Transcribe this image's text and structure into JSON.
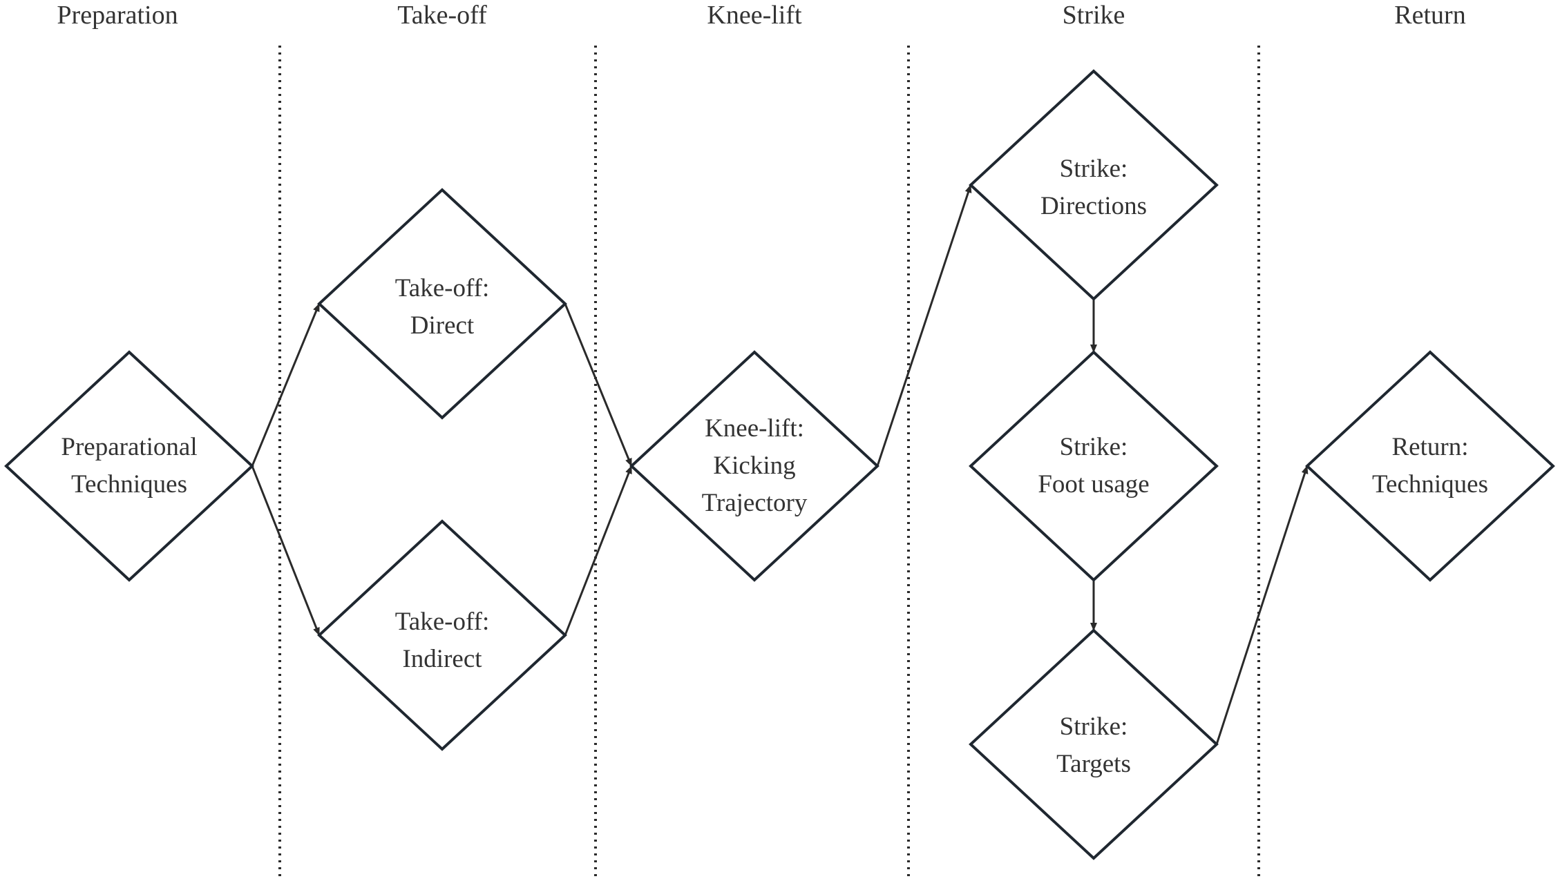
{
  "colors": {
    "stroke": "#1f2730",
    "text": "#333333",
    "divider": "#2b2b2b",
    "background": "#ffffff"
  },
  "phases": [
    {
      "id": "preparation",
      "title": "Preparation"
    },
    {
      "id": "take-off",
      "title": "Take-off"
    },
    {
      "id": "knee-lift",
      "title": "Knee-lift"
    },
    {
      "id": "strike",
      "title": "Strike"
    },
    {
      "id": "return",
      "title": "Return"
    }
  ],
  "nodes": [
    {
      "id": "preparational-techniques",
      "phase": "preparation",
      "shape": "diamond",
      "lines": [
        "Preparational",
        "Techniques"
      ]
    },
    {
      "id": "takeoff-direct",
      "phase": "take-off",
      "shape": "diamond",
      "lines": [
        "Take-off:",
        "Direct"
      ]
    },
    {
      "id": "takeoff-indirect",
      "phase": "take-off",
      "shape": "diamond",
      "lines": [
        "Take-off:",
        "Indirect"
      ]
    },
    {
      "id": "kneelift-kicking-trajectory",
      "phase": "knee-lift",
      "shape": "diamond",
      "lines": [
        "Knee-lift:",
        "Kicking",
        "Trajectory"
      ]
    },
    {
      "id": "strike-directions",
      "phase": "strike",
      "shape": "diamond",
      "lines": [
        "Strike:",
        "Directions"
      ]
    },
    {
      "id": "strike-foot-usage",
      "phase": "strike",
      "shape": "diamond",
      "lines": [
        "Strike:",
        "Foot usage"
      ]
    },
    {
      "id": "strike-targets",
      "phase": "strike",
      "shape": "diamond",
      "lines": [
        "Strike:",
        "Targets"
      ]
    },
    {
      "id": "return-techniques",
      "phase": "return",
      "shape": "diamond",
      "lines": [
        "Return:",
        "Techniques"
      ]
    }
  ],
  "edges": [
    {
      "from": "preparational-techniques",
      "to": "takeoff-direct"
    },
    {
      "from": "preparational-techniques",
      "to": "takeoff-indirect"
    },
    {
      "from": "takeoff-direct",
      "to": "kneelift-kicking-trajectory"
    },
    {
      "from": "takeoff-indirect",
      "to": "kneelift-kicking-trajectory"
    },
    {
      "from": "kneelift-kicking-trajectory",
      "to": "strike-directions"
    },
    {
      "from": "strike-directions",
      "to": "strike-foot-usage"
    },
    {
      "from": "strike-foot-usage",
      "to": "strike-targets"
    },
    {
      "from": "strike-targets",
      "to": "return-techniques"
    }
  ]
}
